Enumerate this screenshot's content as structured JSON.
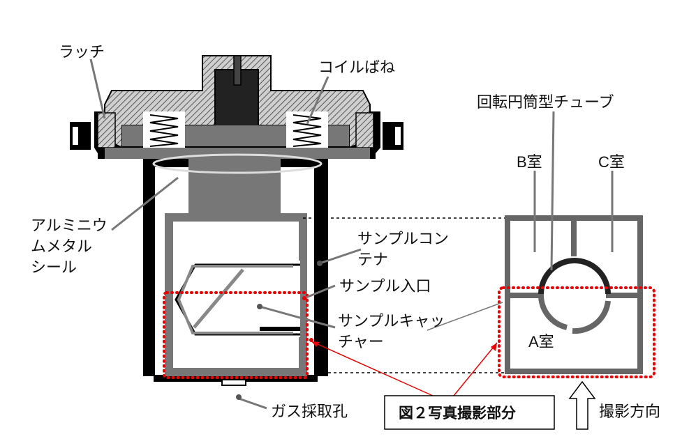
{
  "labels": {
    "latch": "ラッチ",
    "coil_spring": "コイルばね",
    "rotating_tube": "回転円筒型チューブ",
    "room_b": "B室",
    "room_c": "C室",
    "room_a": "A室",
    "aluminum_seal_line1": "アルミニウ",
    "aluminum_seal_line2": "ムメタル",
    "aluminum_seal_line3": "シール",
    "sample_container_line1": "サンプルコン",
    "sample_container_line2": "テナ",
    "sample_inlet": "サンプル入口",
    "sample_catcher_line1": "サンプルキャッ",
    "sample_catcher_line2": "チャー",
    "gas_port": "ガス採取孔",
    "figure_caption": "図２写真撮影部分",
    "shooting_direction": "撮影方向"
  },
  "colors": {
    "outline": "#000000",
    "hatch_fill": "#8a8a8a",
    "dark_gray": "#555555",
    "mid_gray": "#777777",
    "highlight_red": "#e60000",
    "background": "#ffffff"
  },
  "icons": {
    "direction_arrow": "up-arrow-icon"
  }
}
